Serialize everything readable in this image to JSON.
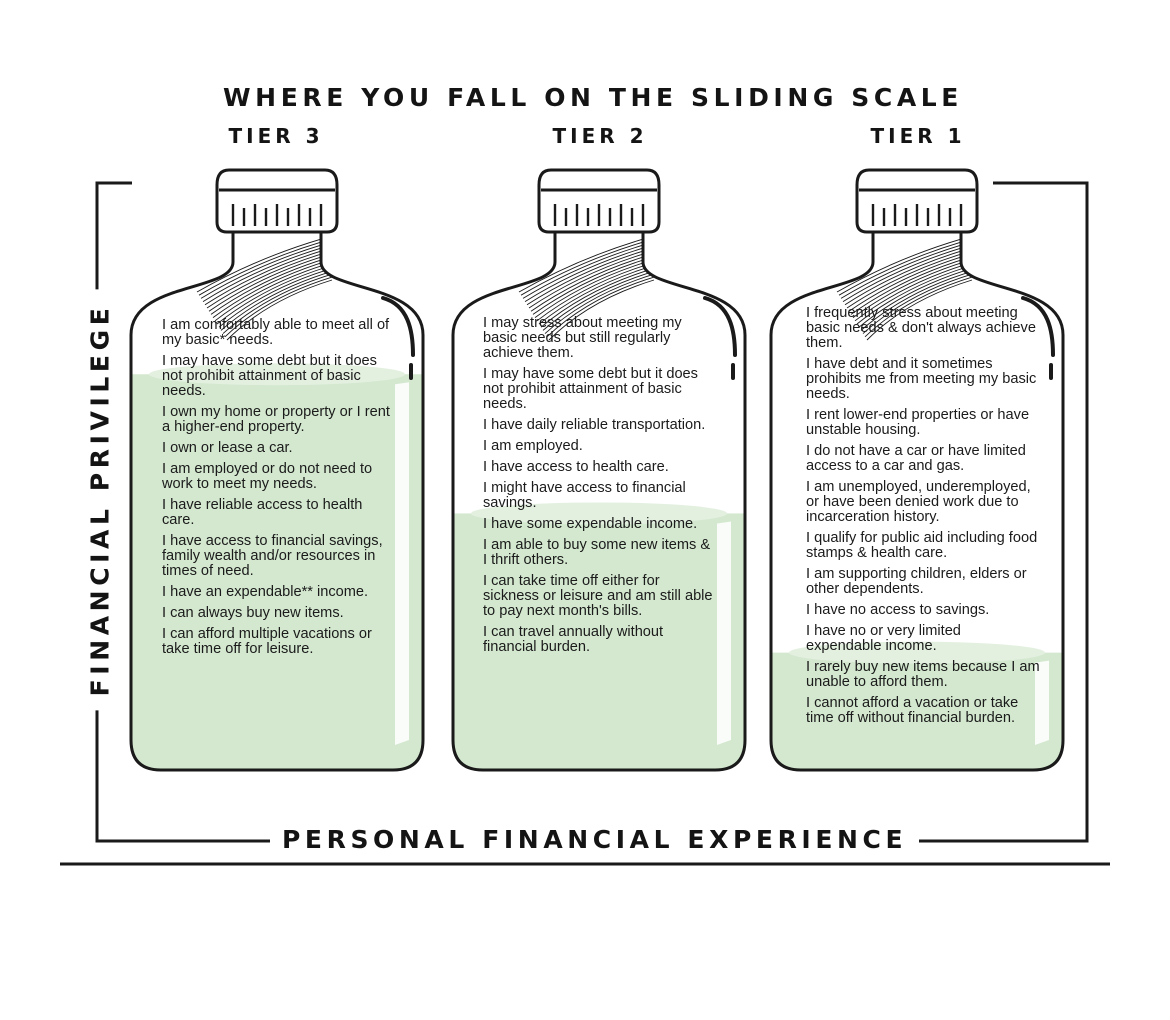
{
  "title": "WHERE YOU FALL ON THE SLIDING SCALE",
  "axes": {
    "x_label": "PERSONAL FINANCIAL EXPERIENCE",
    "y_label": "FINANCIAL PRIVILEGE"
  },
  "colors": {
    "liquid": "#d3e8cf",
    "outline": "#1a1a1a",
    "text": "#1b1b1b"
  },
  "tiers": [
    {
      "label": "TIER 3",
      "fill_level": 0.84,
      "statements": [
        "I am comfortably able to meet all of my basic* needs.",
        "I may have some debt but it does not prohibit attainment of basic needs.",
        "I own my home or property or I rent a higher-end property.",
        "I own or lease a car.",
        "I am employed or do not need to work to meet my needs.",
        "I have reliable access to health care.",
        "I have access to financial savings, family wealth and/or resources in times of need.",
        "I have an expendable** income.",
        "I can always buy new items.",
        "I can afford multiple vacations or take time off for leisure."
      ]
    },
    {
      "label": "TIER 2",
      "fill_level": 0.54,
      "statements": [
        "I may stress about meeting my basic needs but still regularly achieve them.",
        "I may have some debt but it does not prohibit attainment of basic needs.",
        "I have daily reliable transportation.",
        "I am employed.",
        "I have access to health care.",
        "I might have access to financial savings.",
        "I have some expendable income.",
        "I am able to buy some new items & I thrift others.",
        "I can take time off either for sickness or leisure and am still able to pay next month's bills.",
        "I can travel annually without financial burden."
      ]
    },
    {
      "label": "TIER 1",
      "fill_level": 0.24,
      "statements": [
        "I frequently stress about meeting basic needs & don't always achieve them.",
        "I have debt and it sometimes prohibits me from meeting my basic needs.",
        "I rent lower-end properties or have unstable housing.",
        "I do not have a car or have limited access to a car and gas.",
        "I am unemployed, underemployed, or have been denied work due to incarceration history.",
        "I qualify for public aid including food stamps & health care.",
        "I am supporting children, elders or other dependents.",
        "I have no access to savings.",
        "I have no or very limited expendable income.",
        "I rarely buy new items because I am unable to afford them.",
        "I cannot afford a vacation or take time off without financial burden."
      ]
    }
  ]
}
